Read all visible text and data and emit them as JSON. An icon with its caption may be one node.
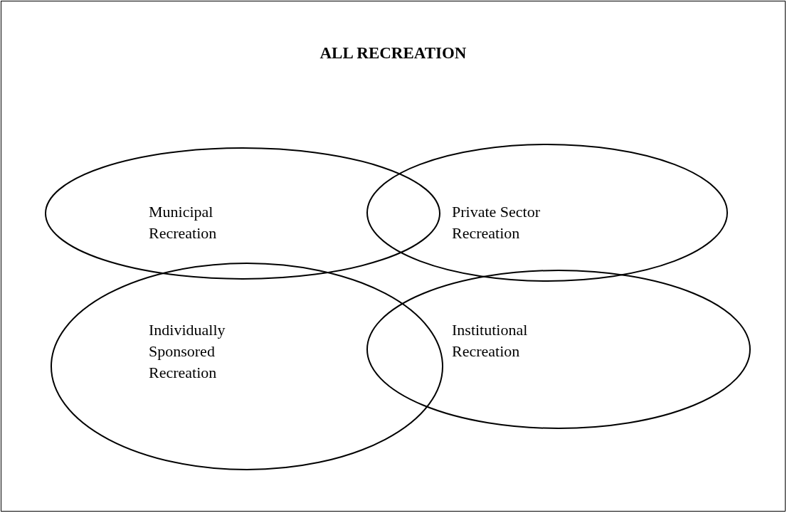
{
  "diagram": {
    "nodes": [
      {
        "text": [
          "ALL RECREATION"
        ]
      },
      {
        "text": [
          "Municipal Recreation"
        ],
        "in": 0
      },
      {
        "text": [
          "Private Sector Recreation"
        ],
        "in": 0
      },
      {
        "text": [
          "Individually Sponsored Recreation"
        ],
        "in": 0
      },
      {
        "text": [
          "Institutional Recreation"
        ],
        "in": 0
      }
    ],
    "edges": []
  }
}
